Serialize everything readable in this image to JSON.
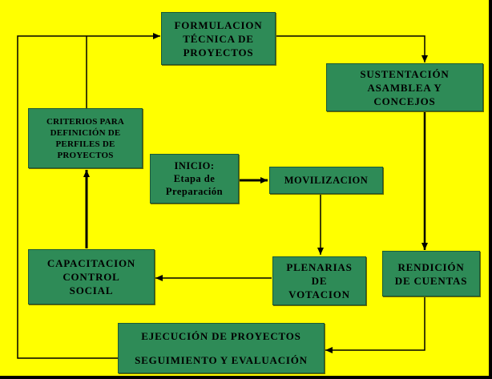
{
  "colors": {
    "background": "#ffff00",
    "box_fill": "#2e8b57",
    "box_border": "#1c5a36",
    "line": "#000000",
    "frame": "#000000"
  },
  "boxes": {
    "formulacion": [
      "FORMULACION",
      "TÉCNICA DE",
      "PROYECTOS"
    ],
    "sustentacion": [
      "SUSTENTACIÓN",
      "ASAMBLEA Y",
      "CONCEJOS"
    ],
    "criterios": [
      "CRITERIOS PARA",
      "DEFINICIÓN DE",
      "PERFILES DE",
      "PROYECTOS"
    ],
    "inicio": [
      "INICIO:",
      "Etapa de",
      "Preparación"
    ],
    "movilizacion": [
      "MOVILIZACION"
    ],
    "capacitacion": [
      "CAPACITACION",
      "CONTROL",
      "SOCIAL"
    ],
    "plenarias": [
      "PLENARIAS",
      "DE",
      "VOTACION"
    ],
    "rendicion": [
      "RENDICIÓN",
      "DE CUENTAS"
    ],
    "ejecucion": [
      "EJECUCIÓN DE PROYECTOS",
      "SEGUIMIENTO Y EVALUACIÓN"
    ]
  }
}
